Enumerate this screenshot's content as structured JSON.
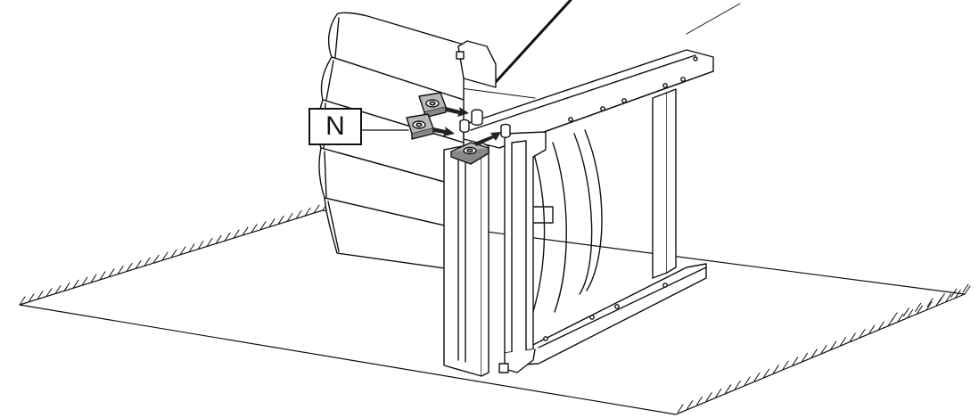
{
  "callout": {
    "label": "N"
  },
  "colors": {
    "line": "#111111",
    "background": "#ffffff",
    "part_fill": "#b8b8b8"
  },
  "icons": {
    "part": "square-clip-with-hole",
    "arrow": "insertion-arrow"
  }
}
